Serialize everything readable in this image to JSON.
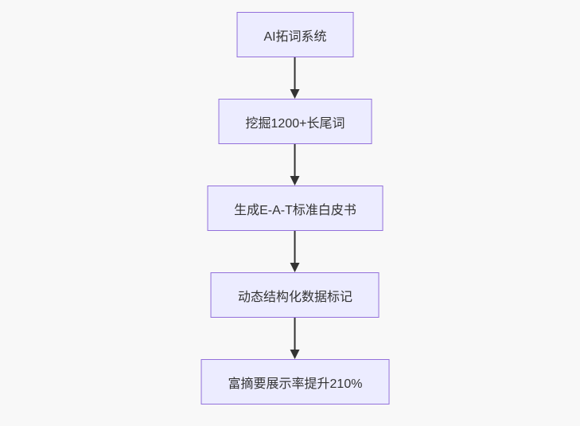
{
  "diagram": {
    "type": "flowchart",
    "direction": "top-down",
    "background_color": "#f8f8f8",
    "node_fill_color": "#ECECFF",
    "node_border_color": "#9370DB",
    "node_text_color": "#333333",
    "arrow_color": "#333333",
    "nodes": [
      {
        "label": "AI拓词系统"
      },
      {
        "label": "挖掘1200+长尾词"
      },
      {
        "label": "生成E-A-T标准白皮书"
      },
      {
        "label": "动态结构化数据标记"
      },
      {
        "label": "富摘要展示率提升210%"
      }
    ]
  }
}
